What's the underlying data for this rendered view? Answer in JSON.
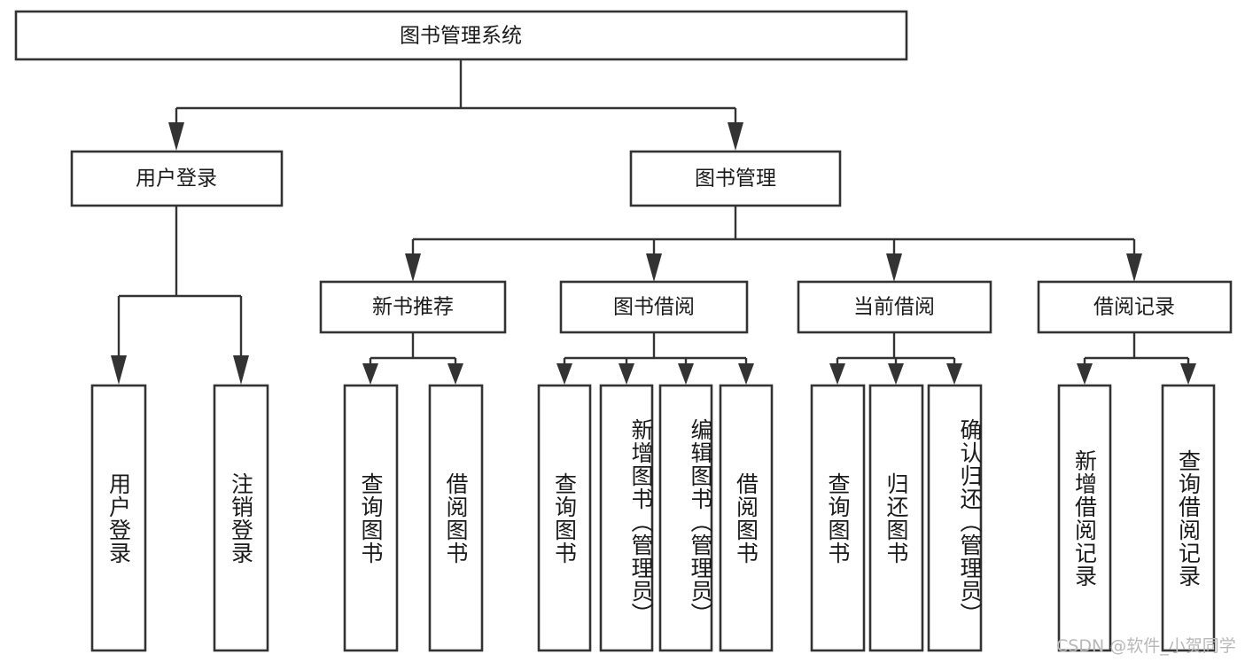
{
  "diagram": {
    "title": "图书管理系统",
    "type": "hierarchy-tree",
    "root": {
      "label": "图书管理系统"
    },
    "level2": [
      {
        "label": "用户登录"
      },
      {
        "label": "图书管理"
      }
    ],
    "level3": [
      {
        "label": "新书推荐"
      },
      {
        "label": "图书借阅"
      },
      {
        "label": "当前借阅"
      },
      {
        "label": "借阅记录"
      }
    ],
    "leaves": {
      "user_login": [
        {
          "label": "用户登录"
        },
        {
          "label": "注销登录"
        }
      ],
      "new_book_recommend": [
        {
          "label": "查询图书"
        },
        {
          "label": "借阅图书"
        }
      ],
      "book_borrow": [
        {
          "label": "查询图书"
        },
        {
          "label": "新增图书（管理员）"
        },
        {
          "label": "编辑图书（管理员）"
        },
        {
          "label": "借阅图书"
        }
      ],
      "current_borrow": [
        {
          "label": "查询图书"
        },
        {
          "label": "归还图书"
        },
        {
          "label": "确认归还（管理员）"
        }
      ],
      "borrow_record": [
        {
          "label": "新增借阅记录"
        },
        {
          "label": "查询借阅记录"
        }
      ]
    }
  },
  "watermark": {
    "text": "CSDN @软件_小贺同学"
  },
  "colors": {
    "stroke": "#333333",
    "text": "#1a1a1a",
    "background": "#ffffff",
    "watermark": "#b8b8b8"
  }
}
